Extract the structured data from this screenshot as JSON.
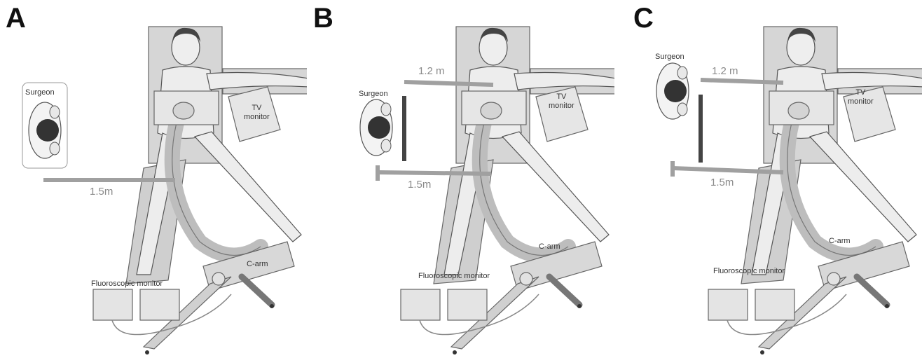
{
  "panels": [
    {
      "letter": "A",
      "surgeon_label": "Surgeon",
      "distance_label": "1.5m",
      "tv_line1": "TV",
      "tv_line2": "monitor",
      "carm_label": "C-arm",
      "fluoro_label": "Fluoroscopic monitor"
    },
    {
      "letter": "B",
      "surgeon_label": "Surgeon",
      "top_distance_label": "1.2 m",
      "distance_label": "1.5m",
      "tv_line1": "TV",
      "tv_line2": "monitor",
      "carm_label": "C-arm",
      "fluoro_label": "Fluoroscopic monitor"
    },
    {
      "letter": "C",
      "surgeon_label": "Surgeon",
      "top_distance_label": "1.2 m",
      "distance_label": "1.5m",
      "tv_line1": "TV",
      "tv_line2": "monitor",
      "carm_label": "C-arm",
      "fluoro_label": "Fluoroscopic monitor"
    }
  ]
}
